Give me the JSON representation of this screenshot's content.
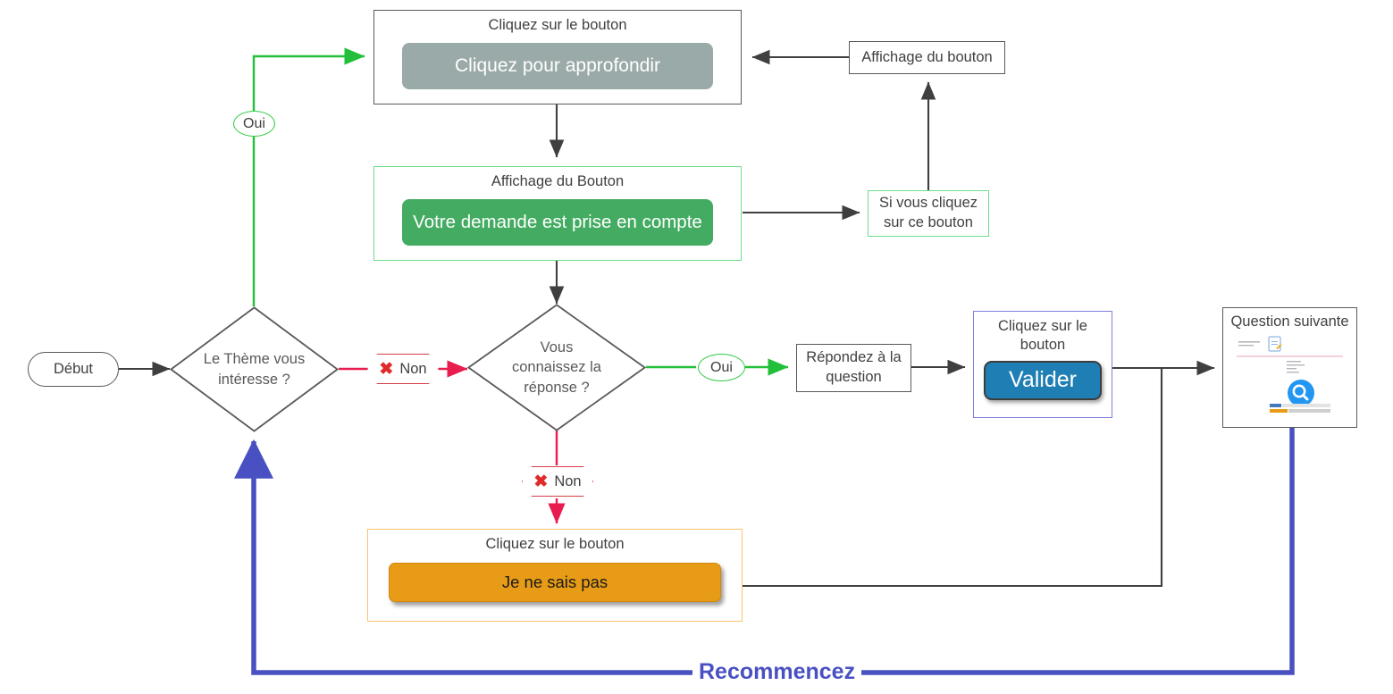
{
  "diagram": {
    "title": "Flowchart - parcours de question",
    "language": "fr"
  },
  "nodes": {
    "start": {
      "label": "Début"
    },
    "deep_dive_box": {
      "caption": "Cliquez sur le bouton",
      "button_label": "Cliquez pour approfondir"
    },
    "display_button_top": {
      "label": "Affichage du bouton"
    },
    "confirm_box": {
      "caption": "Affichage du Bouton",
      "button_label": "Votre demande est prise en compte"
    },
    "if_you_click": {
      "label": "Si vous cliquez\nsur ce bouton"
    },
    "decision_theme": {
      "label": "Le Thème vous\nintéresse ?"
    },
    "decision_answer": {
      "label": "Vous\nconnaissez la\nréponse ?"
    },
    "answer_question": {
      "label": "Répondez à la\nquestion"
    },
    "validate_box": {
      "caption": "Cliquez sur le\nbouton",
      "button_label": "Valider"
    },
    "dont_know_box": {
      "caption": "Cliquez sur le bouton",
      "button_label": "Je ne sais pas"
    },
    "next_question": {
      "label": "Question suivante",
      "thumbnail_name": "screenshot-thumbnail"
    }
  },
  "edge_labels": {
    "oui_theme": "Oui",
    "non_theme": "Non",
    "oui_answer": "Oui",
    "non_answer": "Non",
    "restart": "Recommencez",
    "x_icon": "✖"
  },
  "colors": {
    "green_edge": "#22c03a",
    "red_edge": "#e81c4f",
    "grey_edge": "#595959",
    "blue_loop": "#4951c2",
    "btn_grey": "#9aaaa8",
    "btn_green": "#43ac62",
    "btn_blue": "#1f7fb5",
    "btn_orange": "#e79b16",
    "border_green": "#6fdd8b",
    "border_orange": "#fbc46a",
    "border_violet": "#7f7fdd"
  }
}
